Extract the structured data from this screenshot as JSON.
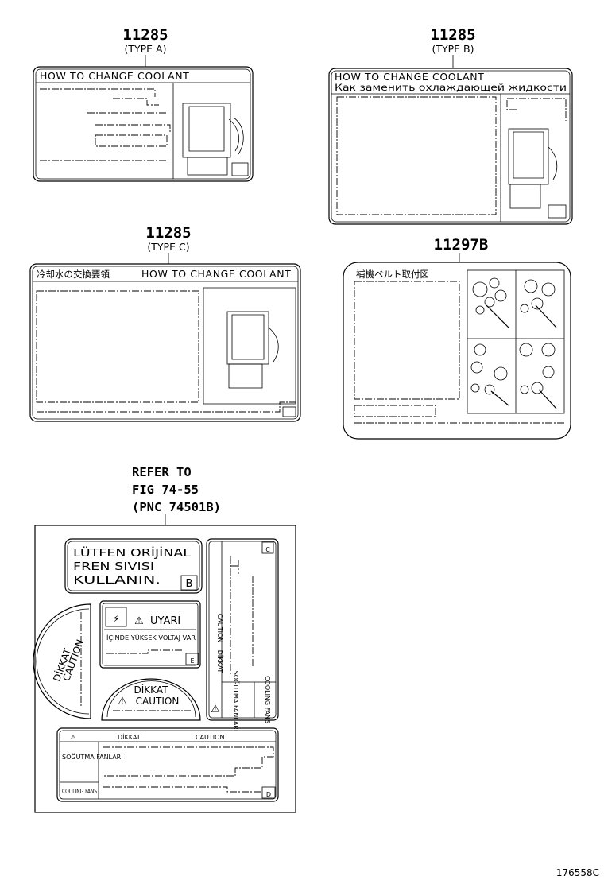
{
  "labels": [
    {
      "part_no": "11285",
      "variant": "(TYPE A)",
      "header": "HOW TO CHANGE COOLANT"
    },
    {
      "part_no": "11285",
      "variant": "(TYPE B)",
      "header": "HOW TO CHANGE COOLANT",
      "header_ru": "Как заменить охлаждающей жидкости"
    },
    {
      "part_no": "11285",
      "variant": "(TYPE C)",
      "header_jp": "冷却水の交換要領",
      "header": "HOW TO CHANGE COOLANT"
    },
    {
      "part_no": "11297B",
      "header_jp": "補機ベルト取付図"
    }
  ],
  "reference": {
    "line1": "REFER TO",
    "line2": "FIG 74-55",
    "line3": "(PNC 74501B)"
  },
  "warning_set": {
    "brake": {
      "lines": [
        "LÜTFEN ORİJİNAL",
        "FREN SIVISI",
        "KULLANIN."
      ],
      "tag": "B"
    },
    "uyari": {
      "title": "UYARI",
      "subtitle": "İÇİNDE YÜKSEK VOLTAJ VAR",
      "tag": "E"
    },
    "dikkat_arc": {
      "line1": "DİKKAT",
      "line2": "CAUTION"
    },
    "dikkat_small": {
      "line1": "DİKKAT",
      "line2": "CAUTION"
    },
    "fan_vertical": {
      "caution": "CAUTION",
      "dikkat": "DİKKAT",
      "tr": "SOĞUTMA FANLARI",
      "en": "COOLING FANS",
      "tag": "C"
    },
    "fan_horizontal": {
      "dikkat": "DİKKAT",
      "caution": "CAUTION",
      "tr": "SOĞUTMA FANLARI",
      "en": "COOLING FANS",
      "tag": "D"
    }
  },
  "footer": {
    "diagram_code": "176558C"
  }
}
